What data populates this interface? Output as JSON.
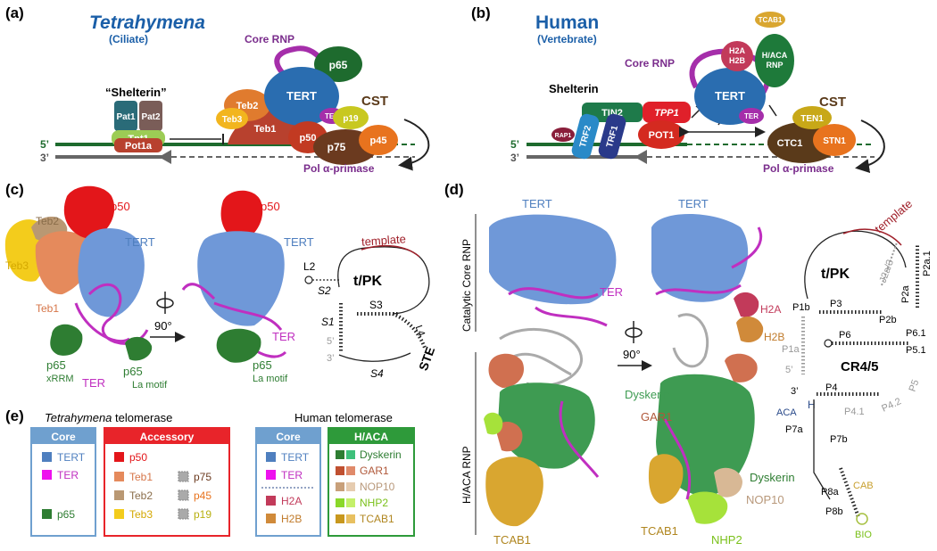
{
  "panels": {
    "a": {
      "letter": "(a)",
      "organism": "Tetrahymena",
      "clade": "(Ciliate)",
      "shelterin": "“Shelterin”",
      "core_rnp": "Core RNP",
      "proteins": {
        "p65": "p65",
        "tert": "TERT",
        "ter": "TER",
        "teb2": "Teb2",
        "teb3": "Teb3",
        "teb1": "Teb1",
        "p50": "p50",
        "p19": "p19",
        "p75": "p75",
        "p45": "p45",
        "pat1": "Pat1",
        "pat2": "Pat2",
        "tpt1": "Tpt1",
        "pot1a": "Pot1a"
      },
      "cst": "CST",
      "five_prime": "5’",
      "three_prime": "3’",
      "pol": "Pol α-primase"
    },
    "b": {
      "letter": "(b)",
      "organism": "Human",
      "clade": "(Vertebrate)",
      "core_rnp": "Core RNP",
      "shelterin": "Shelterin",
      "proteins": {
        "tcab1": "TCAB1",
        "h2a": "H2A",
        "h2b": "H2B",
        "haca": "H/ACA",
        "rnp": "RNP",
        "tert": "TERT",
        "ter": "TER",
        "tin2": "TIN2",
        "tpp1": "TPP1",
        "rap1": "RAP1",
        "trf2": "TRF2",
        "trf1": "TRF1",
        "pot1": "POT1",
        "ten1": "TEN1",
        "ctc1": "CTC1",
        "stn1": "STN1"
      },
      "cst": "CST",
      "five_prime": "5’",
      "three_prime": "3’",
      "pol": "Pol α-primase"
    },
    "c": {
      "letter": "(c)",
      "labels": {
        "p50_1": "p50",
        "teb2": "Teb2",
        "tert_1": "TERT",
        "teb3": "Teb3",
        "teb1": "Teb1",
        "p65_1": "p65",
        "xrrm": "xRRM",
        "p65_2": "p65",
        "la1": "La motif",
        "ter_1": "TER",
        "rot": "90°",
        "p50_2": "p50",
        "tert_2": "TERT",
        "ter_2": "TER",
        "p65_3": "p65",
        "la2": "La motif"
      },
      "schematic": {
        "template": "template",
        "tpk": "t/PK",
        "l2": "L2",
        "s2": "S2",
        "s3": "S3",
        "s1": "S1",
        "l4": "L4",
        "five": "5’",
        "three": "3’",
        "s4": "S4",
        "ste": "STE"
      }
    },
    "d": {
      "letter": "(d)",
      "labels": {
        "tert_1": "TERT",
        "tert_2": "TERT",
        "catalytic": "Catalytic Core RNP",
        "ter": "TER",
        "h2a": "H2A",
        "h2b": "H2B",
        "rot": "90°",
        "haca_rnp": "H/ACA RNP",
        "dyskerin_1": "Dyskerin",
        "gar1": "GAR1",
        "dyskerin_2": "Dyskerin",
        "nop10": "NOP10",
        "tcab1_1": "TCAB1",
        "tcab1_2": "TCAB1",
        "nhp2": "NHP2"
      },
      "schematic": {
        "template": "template",
        "tpk": "t/PK",
        "j2a3": "J2a/3",
        "p2a1": "P2a.1",
        "p1b": "P1b",
        "p3": "P3",
        "p2a": "P2a",
        "p2b": "P2b",
        "p1a": "P1a",
        "p6": "P6",
        "p61": "P6.1",
        "p51": "P5.1",
        "cr45": "CR4/5",
        "five": "5’",
        "p5": "P5",
        "three": "3’",
        "p4": "P4",
        "p42": "P4.2",
        "p41": "P4.1",
        "aca": "ACA",
        "h": "H",
        "p7a": "P7a",
        "p7b": "P7b",
        "p8a": "P8a",
        "p8b": "P8b",
        "cab": "CAB",
        "bio": "BIO"
      }
    },
    "e": {
      "letter": "(e)",
      "tet_title": "Tetrahymena",
      "tet_title_rest": " telomerase",
      "hum_title": "Human telomerase",
      "tet_core": {
        "header": "Core",
        "items": [
          "TERT",
          "TER",
          "p65"
        ]
      },
      "tet_acc": {
        "header": "Accessory",
        "left": [
          "p50",
          "Teb1",
          "Teb2",
          "Teb3"
        ],
        "right": [
          "p75",
          "p45",
          "p19"
        ]
      },
      "hum_core": {
        "header": "Core",
        "items": [
          "TERT",
          "TER",
          "H2A",
          "H2B"
        ]
      },
      "hum_haca": {
        "header": "H/ACA",
        "items": [
          "Dyskerin",
          "GAR1",
          "NOP10",
          "NHP2",
          "TCAB1"
        ]
      }
    }
  },
  "colors": {
    "tert": "#4f7fbf",
    "ter": "#c02fc0",
    "p65": "#2e7d32",
    "p50": "#e3161a",
    "teb1": "#e58a5c",
    "teb2": "#b99873",
    "teb3": "#f3cc1c",
    "dyskerin": "#3e9b52",
    "gar1": "#d07050",
    "nop10": "#d8b895",
    "nhp2": "#a6e23a",
    "tcab1": "#d9a630",
    "h2a": "#c23a5a",
    "h2b": "#d08a3a",
    "tet_blue": "#1b5fa8",
    "purple": "#7a2d8c",
    "cst_brown": "#5a3a1a",
    "dna_green": "#1e6b2e"
  }
}
